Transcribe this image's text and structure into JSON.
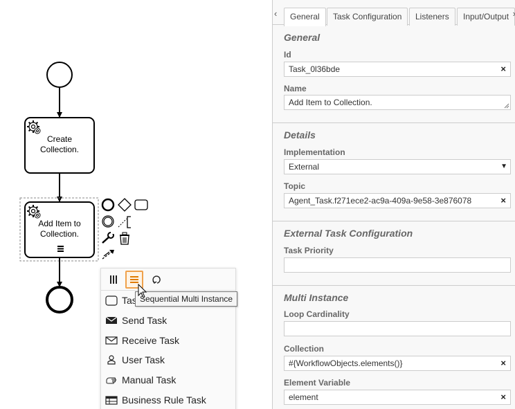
{
  "diagram": {
    "create_task_label": [
      "Create",
      "Collection."
    ],
    "add_item_task_label": [
      "Add Item to",
      "Collection."
    ]
  },
  "popup": {
    "tooltip": "Sequential Multi Instance",
    "entries": [
      {
        "label": "Task",
        "icon": "task-icon"
      },
      {
        "label": "Send Task",
        "icon": "send-envelope-icon"
      },
      {
        "label": "Receive Task",
        "icon": "receive-envelope-icon"
      },
      {
        "label": "User Task",
        "icon": "user-icon"
      },
      {
        "label": "Manual Task",
        "icon": "hand-icon"
      },
      {
        "label": "Business Rule Task",
        "icon": "table-icon"
      }
    ]
  },
  "panel": {
    "tabs": [
      "General",
      "Task Configuration",
      "Listeners",
      "Input/Output"
    ],
    "groups": {
      "general": {
        "title": "General",
        "id_label": "Id",
        "id_value": "Task_0l36bde",
        "name_label": "Name",
        "name_value": "Add Item to Collection."
      },
      "details": {
        "title": "Details",
        "implementation_label": "Implementation",
        "implementation_value": "External",
        "topic_label": "Topic",
        "topic_value": "Agent_Task.f271ece2-ac9a-409a-9e58-3e876078"
      },
      "external": {
        "title": "External Task Configuration",
        "priority_label": "Task Priority",
        "priority_value": ""
      },
      "multi": {
        "title": "Multi Instance",
        "loop_label": "Loop Cardinality",
        "loop_value": "",
        "collection_label": "Collection",
        "collection_value": "#{WorkflowObjects.elements()}",
        "element_label": "Element Variable",
        "element_value": "element"
      }
    },
    "clear_glyph": "×",
    "select_glyph": "▼",
    "scroll_left_glyph": "‹",
    "scroll_right_glyph": "›"
  },
  "colors": {
    "accent": "#f0a14b",
    "selection": "#4a90d9"
  }
}
